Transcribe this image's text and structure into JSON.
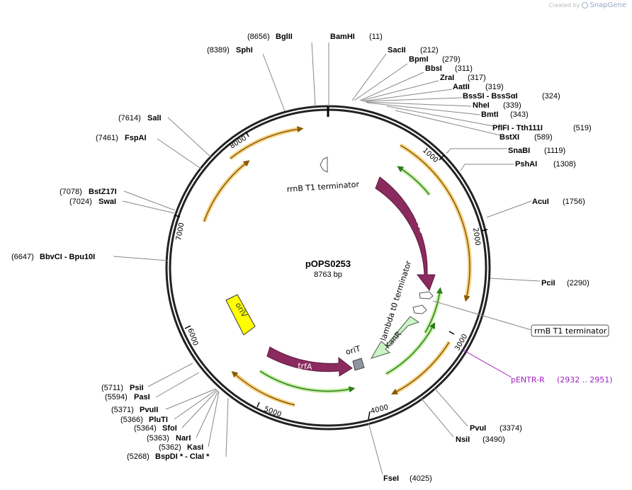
{
  "app": {
    "created_by": "Created by",
    "brand_name": "SnapGene"
  },
  "plasmid": {
    "name": "pOPS0253",
    "size_label": "8763 bp",
    "length": 8763
  },
  "ticks": [
    "1000",
    "2000",
    "3000",
    "4000",
    "5000",
    "6000",
    "7000",
    "8000"
  ],
  "features": {
    "gus": "GUS",
    "trfA": "trfA",
    "kanR": "KanR",
    "oriV": "oriV",
    "oriT": "oriT",
    "rrnb_inner": "rrnB T1 terminator",
    "lambda": "lambda t0 terminator",
    "rrnb_callout": "rrnB T1 terminator"
  },
  "primer": {
    "name": "pENTR-R",
    "range": "(2932 .. 2951)"
  },
  "sites": [
    {
      "name": "BglII",
      "pos": "(8656)"
    },
    {
      "name": "BamHI",
      "pos": "(11)"
    },
    {
      "name": "SphI",
      "pos": "(8389)"
    },
    {
      "name": "SacII",
      "pos": "(212)"
    },
    {
      "name": "BpmI",
      "pos": "(279)"
    },
    {
      "name": "BbsI",
      "pos": "(311)"
    },
    {
      "name": "ZraI",
      "pos": "(317)"
    },
    {
      "name": "AatII",
      "pos": "(319)"
    },
    {
      "name": "BssSI  -  BssSαI",
      "pos": "(324)"
    },
    {
      "name": "NheI",
      "pos": "(339)"
    },
    {
      "name": "BmtI",
      "pos": "(343)"
    },
    {
      "name": "PflFI  -  Tth111I",
      "pos": "(519)"
    },
    {
      "name": "BstXI",
      "pos": "(589)"
    },
    {
      "name": "SnaBI",
      "pos": "(1119)"
    },
    {
      "name": "PshAI",
      "pos": "(1308)"
    },
    {
      "name": "AcuI",
      "pos": "(1756)"
    },
    {
      "name": "PciI",
      "pos": "(2290)"
    },
    {
      "name": "PvuI",
      "pos": "(3374)"
    },
    {
      "name": "NsiI",
      "pos": "(3490)"
    },
    {
      "name": "FseI",
      "pos": "(4025)"
    },
    {
      "name": "SalI",
      "pos": "(7614)"
    },
    {
      "name": "FspAI",
      "pos": "(7461)"
    },
    {
      "name": "BstZ17I",
      "pos": "(7078)"
    },
    {
      "name": "SwaI",
      "pos": "(7024)"
    },
    {
      "name": "BbvCI  -  Bpu10I",
      "pos": "(6647)"
    },
    {
      "name": "PsiI",
      "pos": "(5711)"
    },
    {
      "name": "PasI",
      "pos": "(5594)"
    },
    {
      "name": "PvuII",
      "pos": "(5371)"
    },
    {
      "name": "PluTI",
      "pos": "(5366)"
    },
    {
      "name": "SfoI",
      "pos": "(5364)"
    },
    {
      "name": "NarI",
      "pos": "(5363)"
    },
    {
      "name": "KasI",
      "pos": "(5362)"
    },
    {
      "name": "BspDI *  -  ClaI *",
      "pos": "(5268)"
    }
  ]
}
